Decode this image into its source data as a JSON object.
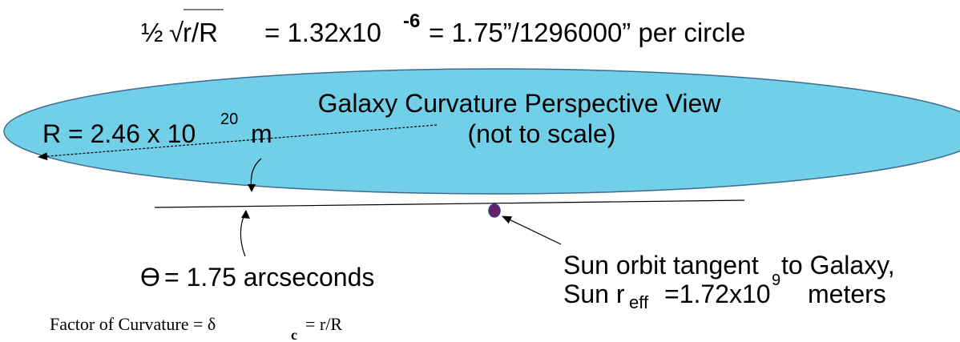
{
  "formula": {
    "half": "½",
    "root_sign": "√",
    "radicand": "r/R",
    "equals_value": "= 1.32x10",
    "exponent": "-6",
    "rest": "= 1.75”/1296000” per circle"
  },
  "galaxy": {
    "title_line1": "Galaxy Curvature Perspective View",
    "title_line2": "(not to scale)",
    "fill_color": "#72cfe8",
    "stroke_color": "#3d6a8e"
  },
  "radius_label": {
    "prefix": "R = 2.46 x 10",
    "exponent": "20",
    "unit": "m"
  },
  "theta_label": {
    "symbol": "ϴ",
    "text": "= 1.75 arcseconds"
  },
  "sun_label": {
    "line1": "Sun orbit tangent",
    "line1_sub": "9",
    "line1_end": "to Galaxy,",
    "line2_prefix": "Sun r",
    "line2_sub": "eff",
    "line2_mid": "=1.72x10",
    "line2_end": "meters"
  },
  "sun": {
    "fill_color": "#6a1f6a",
    "stroke_color": "#2c3e8c"
  },
  "factor_label": {
    "text": "Factor of Curvature = δ",
    "sub": "c",
    "end": "= r/R"
  }
}
